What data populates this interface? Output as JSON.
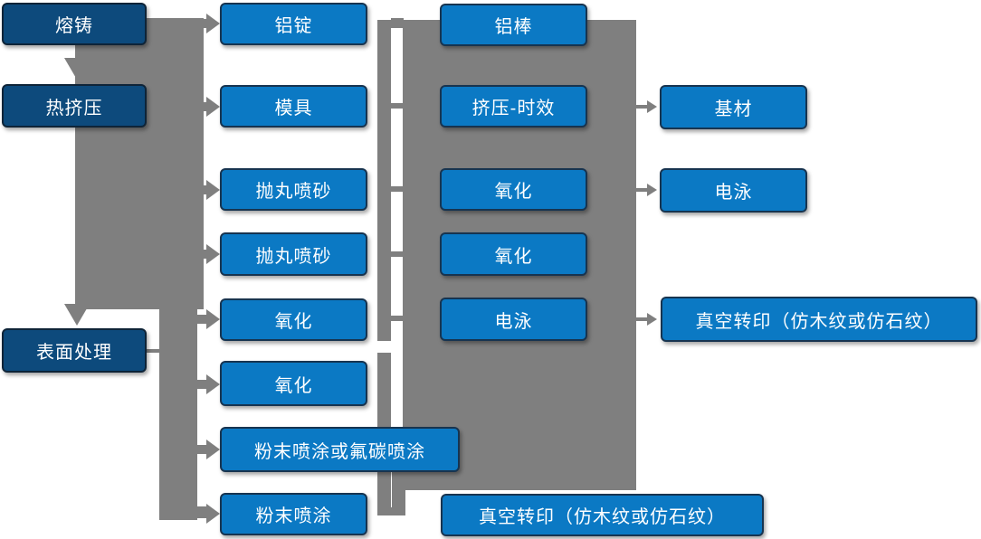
{
  "colors": {
    "connector_gray": "#7f7f7f",
    "box_dark": "#0d4a7c",
    "box_blue": "#0b79c4",
    "border_dark": "#0e2438",
    "border_blue": "#173450",
    "text_white": "#ffffff"
  },
  "nodes": {
    "col1": [
      {
        "label": "熔铸"
      },
      {
        "label": "热挤压"
      },
      {
        "label": "表面处理"
      }
    ],
    "col2": [
      {
        "label": "铝锭"
      },
      {
        "label": "模具"
      },
      {
        "label": "抛丸喷砂"
      },
      {
        "label": "抛丸喷砂"
      },
      {
        "label": "氧化"
      },
      {
        "label": "氧化"
      },
      {
        "label": "粉末喷涂或氟碳喷涂"
      },
      {
        "label": "粉末喷涂"
      }
    ],
    "col3": [
      {
        "label": "铝棒"
      },
      {
        "label": "挤压-时效"
      },
      {
        "label": "氧化"
      },
      {
        "label": "氧化"
      },
      {
        "label": "电泳"
      },
      {
        "label": "真空转印（仿木纹或仿石纹）"
      }
    ],
    "col4": [
      {
        "label": "基材"
      },
      {
        "label": "电泳"
      },
      {
        "label": "真空转印（仿木纹或仿石纹）"
      }
    ]
  }
}
